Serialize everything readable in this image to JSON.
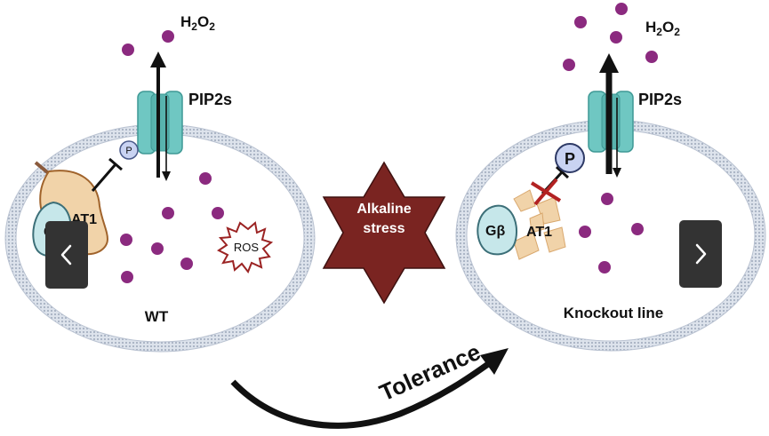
{
  "labels": {
    "h2o2_left": "H2O2",
    "h2o2_right": "H2O2",
    "pip2s_left": "PIP2s",
    "pip2s_right": "PIP2s",
    "p_left": "P",
    "p_right": "P",
    "gbeta_left": "G",
    "at1_left": "AT1",
    "gbeta_right": "Gβ",
    "at1_right": "AT1",
    "ros": "ROS",
    "wt": "WT",
    "knockout": "Knockout line",
    "stress_line1": "Alkaline",
    "stress_line2": "stress",
    "tolerance": "Tolerance"
  },
  "colors": {
    "molecule": "#8b2a7f",
    "membrane": "#c9d0dc",
    "channel": "#6fc7c2",
    "at1": "#f1d3a9",
    "gbeta": "#c6e7ea",
    "star": "#7a2421",
    "ros_outline": "#9b2323",
    "nav_bg": "#333333"
  },
  "nav": {
    "prev_icon": "chevron-left-icon",
    "next_icon": "chevron-right-icon"
  }
}
